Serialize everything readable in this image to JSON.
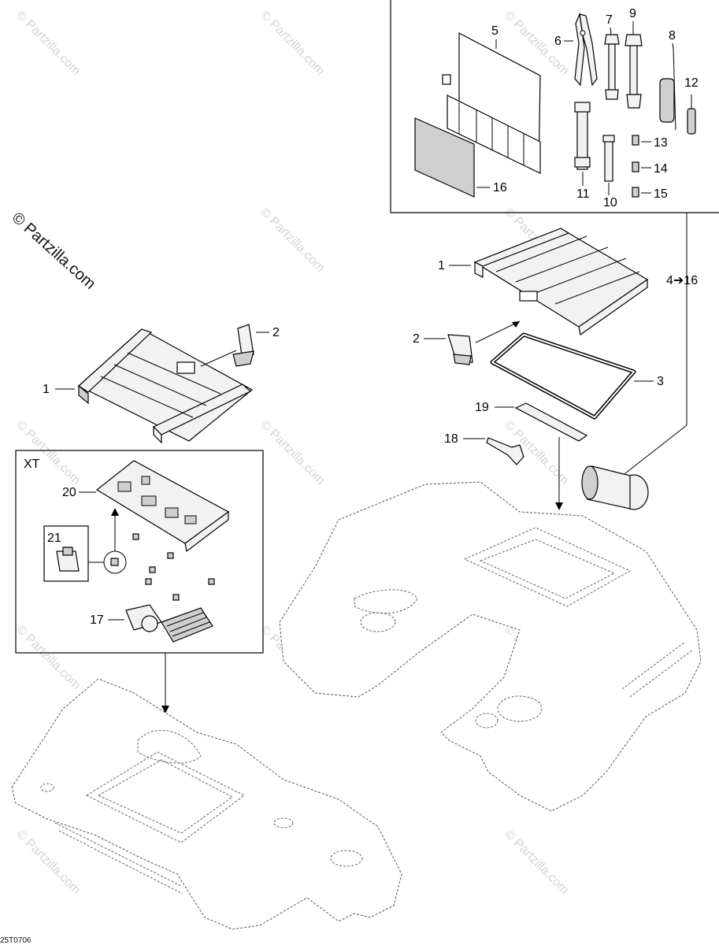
{
  "watermark": {
    "brand_text": "© Partzilla.com",
    "tile_text": "© Partzilla.com"
  },
  "diagram_code": "25T0706",
  "toolkit_box": {
    "callouts": {
      "c5": "5",
      "c6": "6",
      "c7": "7",
      "c9": "9",
      "c8": "8",
      "c12": "12",
      "c13": "13",
      "c14": "14",
      "c15": "15",
      "c11": "11",
      "c10": "10",
      "c16": "16"
    },
    "range_label": "4➔16"
  },
  "xt_box": {
    "title": "XT",
    "callouts": {
      "c20": "20",
      "c21": "21",
      "c17": "17"
    }
  },
  "left_group": {
    "callouts": {
      "c1": "1",
      "c2": "2"
    }
  },
  "right_group": {
    "callouts": {
      "c1": "1",
      "c2": "2",
      "c3": "3",
      "c19": "19",
      "c18": "18"
    }
  },
  "icons": {
    "pliers": "pliers-icon",
    "wrench": "wrench-icon",
    "screwdriver": "screwdriver-icon",
    "spark_plug_wrench": "spark-plug-wrench-icon"
  }
}
